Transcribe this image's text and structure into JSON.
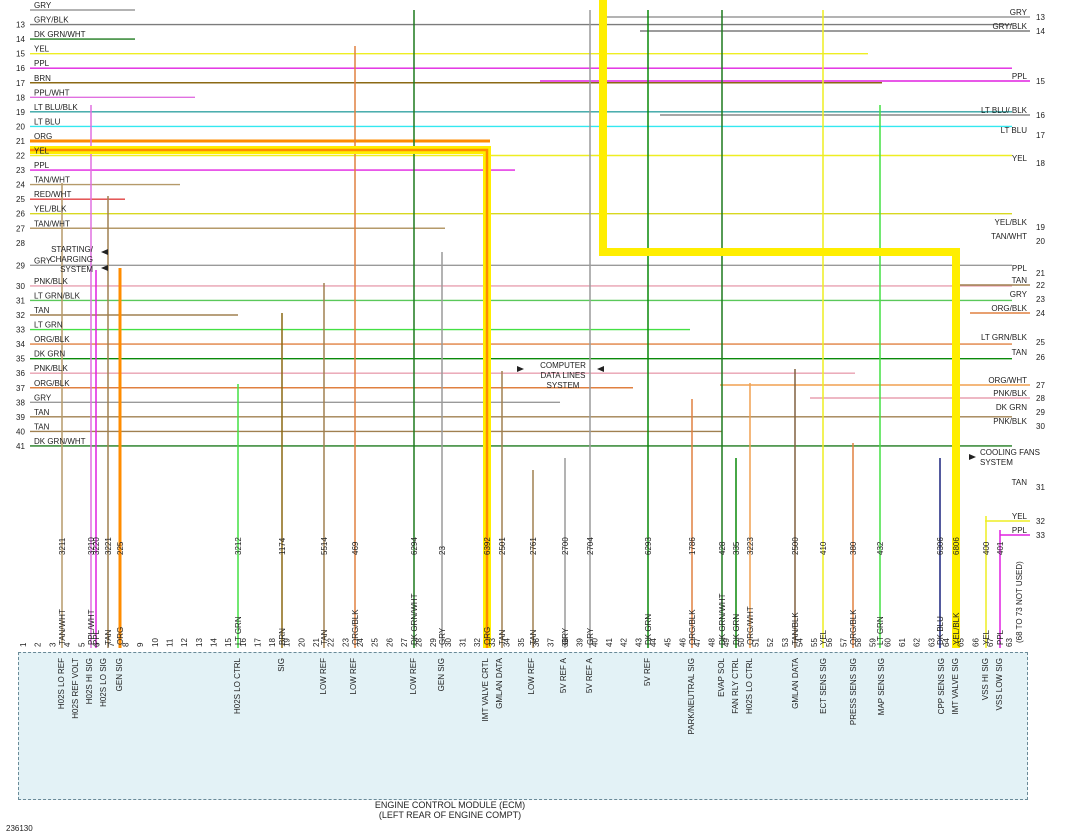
{
  "figure_id": "236130",
  "ecm_title_line1": "ENGINE CONTROL MODULE (ECM)",
  "ecm_title_line2": "(LEFT REAR OF ENGINE COMPT)",
  "pins_not_used_label": "(68 TO 73 NOT USED)",
  "right_top_pin_63": "63",
  "colors": {
    "GRY": "#9a9a9a",
    "GRY/BLK": "#7c7c7c",
    "DK GRN/WHT": "#1f7a1f",
    "YEL": "#eeee22",
    "PPL": "#e020e0",
    "BRN": "#8b6914",
    "PPL/WHT": "#e070e0",
    "LT BLU/BLK": "#33a3a3",
    "LT BLU": "#33e8f0",
    "ORG": "#ff8c00",
    "TAN/WHT": "#b59a6a",
    "RED/WHT": "#e04040",
    "YEL/BLK": "#d8d820",
    "PNK/BLK": "#e8a0b0",
    "LT GRN/BLK": "#5ac85a",
    "TAN": "#a08050",
    "LT GRN": "#44e044",
    "ORG/BLK": "#e08040",
    "DK GRN": "#0a8a0a",
    "ORG/WHT": "#f0a050",
    "DK BLU": "#1a237e",
    "TAN/BLK": "#806040",
    "RED": "#dd2222",
    "HIGHLIGHT": "#ffee00"
  },
  "left_rows": [
    {
      "n": "",
      "c": "GRY"
    },
    {
      "n": "13",
      "c": "GRY/BLK"
    },
    {
      "n": "14",
      "c": "DK GRN/WHT"
    },
    {
      "n": "15",
      "c": "YEL"
    },
    {
      "n": "16",
      "c": "PPL"
    },
    {
      "n": "17",
      "c": "BRN"
    },
    {
      "n": "18",
      "c": "PPL/WHT"
    },
    {
      "n": "19",
      "c": "LT BLU/BLK"
    },
    {
      "n": "20",
      "c": "LT BLU"
    },
    {
      "n": "21",
      "c": "ORG"
    },
    {
      "n": "22",
      "c": "YEL"
    },
    {
      "n": "23",
      "c": "PPL"
    },
    {
      "n": "24",
      "c": "TAN/WHT"
    },
    {
      "n": "25",
      "c": "RED/WHT"
    },
    {
      "n": "26",
      "c": "YEL/BLK"
    },
    {
      "n": "27",
      "c": "TAN/WHT"
    },
    {
      "n": "28",
      "c": ""
    },
    {
      "n": "29",
      "c": "GRY"
    },
    {
      "n": "30",
      "c": "PNK/BLK"
    },
    {
      "n": "31",
      "c": "LT GRN/BLK"
    },
    {
      "n": "32",
      "c": "TAN"
    },
    {
      "n": "33",
      "c": "LT GRN"
    },
    {
      "n": "34",
      "c": "ORG/BLK"
    },
    {
      "n": "35",
      "c": "DK GRN"
    },
    {
      "n": "36",
      "c": "PNK/BLK"
    },
    {
      "n": "37",
      "c": "ORG/BLK"
    },
    {
      "n": "38",
      "c": "GRY"
    },
    {
      "n": "39",
      "c": "TAN"
    },
    {
      "n": "40",
      "c": "TAN"
    },
    {
      "n": "41",
      "c": "DK GRN/WHT"
    }
  ],
  "right_rows": [
    {
      "n": "13",
      "c": "GRY"
    },
    {
      "n": "14",
      "c": "GRY/BLK"
    },
    {
      "n": "15",
      "c": "PPL"
    },
    {
      "n": "16",
      "c": "LT BLU/ BLK"
    },
    {
      "n": "17",
      "c": "LT BLU"
    },
    {
      "n": "18",
      "c": "YEL"
    },
    {
      "n": "19",
      "c": "YEL/BLK"
    },
    {
      "n": "20",
      "c": "TAN/WHT"
    },
    {
      "n": "21",
      "c": "PPL"
    },
    {
      "n": "22",
      "c": "TAN"
    },
    {
      "n": "23",
      "c": "GRY"
    },
    {
      "n": "24",
      "c": "ORG/BLK"
    },
    {
      "n": "25",
      "c": "LT GRN/BLK"
    },
    {
      "n": "26",
      "c": "TAN"
    },
    {
      "n": "27",
      "c": "ORG/WHT"
    },
    {
      "n": "28",
      "c": "PNK/BLK"
    },
    {
      "n": "29",
      "c": "DK GRN"
    },
    {
      "n": "30",
      "c": "PNK/BLK"
    },
    {
      "n": "31",
      "c": "TAN"
    },
    {
      "n": "32",
      "c": "YEL"
    },
    {
      "n": "33",
      "c": "PPL"
    }
  ],
  "annotations": {
    "starting": [
      "STARTING/",
      "CHARGING",
      "SYSTEM"
    ],
    "computer": [
      "COMPUTER",
      "DATA LINES",
      "SYSTEM"
    ],
    "cooling": [
      "COOLING FANS",
      "SYSTEM"
    ]
  },
  "wires": [
    {
      "circuit": "3211",
      "color": "TAN/WHT"
    },
    {
      "circuit": "3210",
      "color": "PPL/WHT"
    },
    {
      "circuit": "3220",
      "color": "PPL"
    },
    {
      "circuit": "3221",
      "color": "TAN"
    },
    {
      "circuit": "225",
      "color": "ORG"
    },
    {
      "circuit": "3212",
      "color": "LT GRN"
    },
    {
      "circuit": "1174",
      "color": "BRN"
    },
    {
      "circuit": "5514",
      "color": "TAN"
    },
    {
      "circuit": "469",
      "color": "ORG/BLK"
    },
    {
      "circuit": "6294",
      "color": "DK GRN/WHT"
    },
    {
      "circuit": "23",
      "color": "GRY"
    },
    {
      "circuit": "6392",
      "color": "ORG"
    },
    {
      "circuit": "2501",
      "color": "TAN"
    },
    {
      "circuit": "2761",
      "color": "TAN"
    },
    {
      "circuit": "2700",
      "color": "GRY"
    },
    {
      "circuit": "2704",
      "color": "GRY"
    },
    {
      "circuit": "6293",
      "color": "DK GRN"
    },
    {
      "circuit": "1786",
      "color": "ORG/BLK"
    },
    {
      "circuit": "428",
      "color": "DK GRN/WHT"
    },
    {
      "circuit": "335",
      "color": "DK GRN"
    },
    {
      "circuit": "3223",
      "color": "ORG/WHT"
    },
    {
      "circuit": "2500",
      "color": "TAN/BLK"
    },
    {
      "circuit": "410",
      "color": "YEL"
    },
    {
      "circuit": "380",
      "color": "ORG/BLK"
    },
    {
      "circuit": "432",
      "color": "LT GRN"
    },
    {
      "circuit": "6306",
      "color": "DK BLU"
    },
    {
      "circuit": "6806",
      "color": "YEL/BLK"
    },
    {
      "circuit": "400",
      "color": "YEL"
    },
    {
      "circuit": "401",
      "color": "PPL"
    }
  ],
  "pin_numbers": [
    "1",
    "2",
    "3",
    "4",
    "5",
    "6",
    "7",
    "8",
    "9",
    "10",
    "11",
    "12",
    "13",
    "14",
    "15",
    "16",
    "17",
    "18",
    "19",
    "20",
    "21",
    "22",
    "23",
    "24",
    "25",
    "26",
    "27",
    "28",
    "29",
    "30",
    "31",
    "32",
    "33",
    "34",
    "35",
    "36",
    "37",
    "38",
    "39",
    "40",
    "41",
    "42",
    "43",
    "44",
    "45",
    "46",
    "47",
    "48",
    "49",
    "50",
    "51",
    "52",
    "53",
    "54",
    "55",
    "56",
    "57",
    "58",
    "59",
    "60",
    "61",
    "62",
    "63",
    "64",
    "65",
    "66",
    "67"
  ],
  "pin_labels": [
    "H02S LO REF",
    "H02S REF VOLT",
    "H02S HI SIG",
    "H02S LO SIG",
    "GEN SIG",
    "H02S LO CTRL",
    "SIG",
    "LOW REF",
    "LOW REF",
    "LOW REF",
    "GEN SIG",
    "IMT VALVE CRTL",
    "GMLAN DATA",
    "LOW REF",
    "5V REF A",
    "5V REF A",
    "5V REF",
    "PARK/NEUTRAL SIG",
    "EVAP SOL",
    "FAN RLY CTRL",
    "H02S LO CTRL",
    "GMLAN DATA",
    "ECT SENS SIG",
    "PRESS SENS SIG",
    "MAP SENS SIG",
    "CPP SENS SIG",
    "IMT VALVE SIG",
    "VSS HI SIG",
    "VSS LOW SIG"
  ]
}
